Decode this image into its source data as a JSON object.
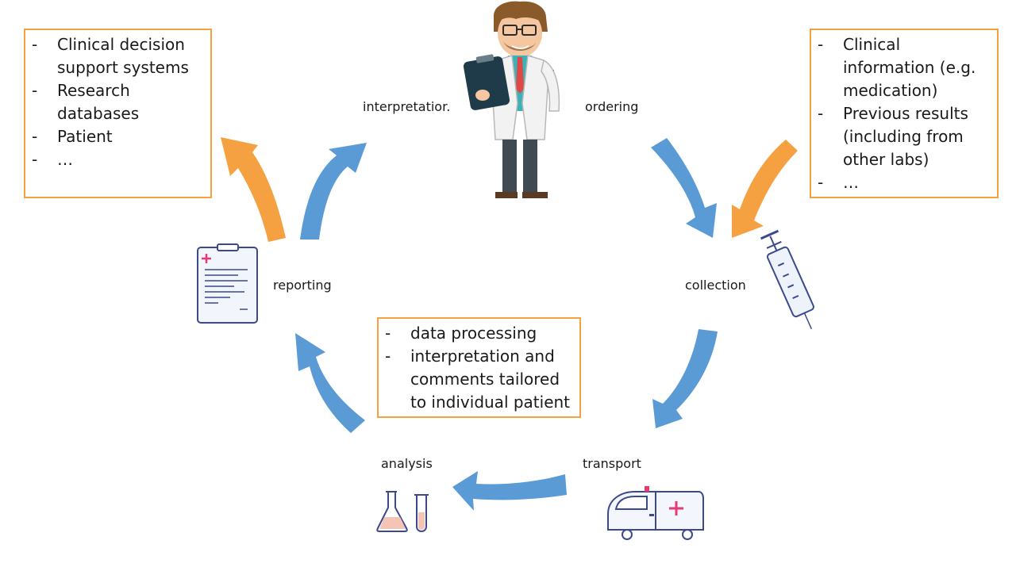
{
  "colors": {
    "blue": "#5b9bd5",
    "orange": "#f5a041",
    "accent": "#e63a72",
    "outline": "#3a4a8c"
  },
  "stages": {
    "interpretation": "interpretatior.",
    "ordering": "ordering",
    "collection": "collection",
    "transport": "transport",
    "analysis": "analysis",
    "reporting": "reporting"
  },
  "left_box": {
    "items": [
      "Clinical decision support systems",
      "Research databases",
      "Patient",
      "…"
    ]
  },
  "right_box": {
    "items": [
      "Clinical information (e.g. medication)",
      "Previous results (including from other labs)",
      "…"
    ]
  },
  "center_box": {
    "items": [
      "data processing",
      "interpretation and comments tailored to individual patient"
    ]
  },
  "bullet_marker": "-"
}
